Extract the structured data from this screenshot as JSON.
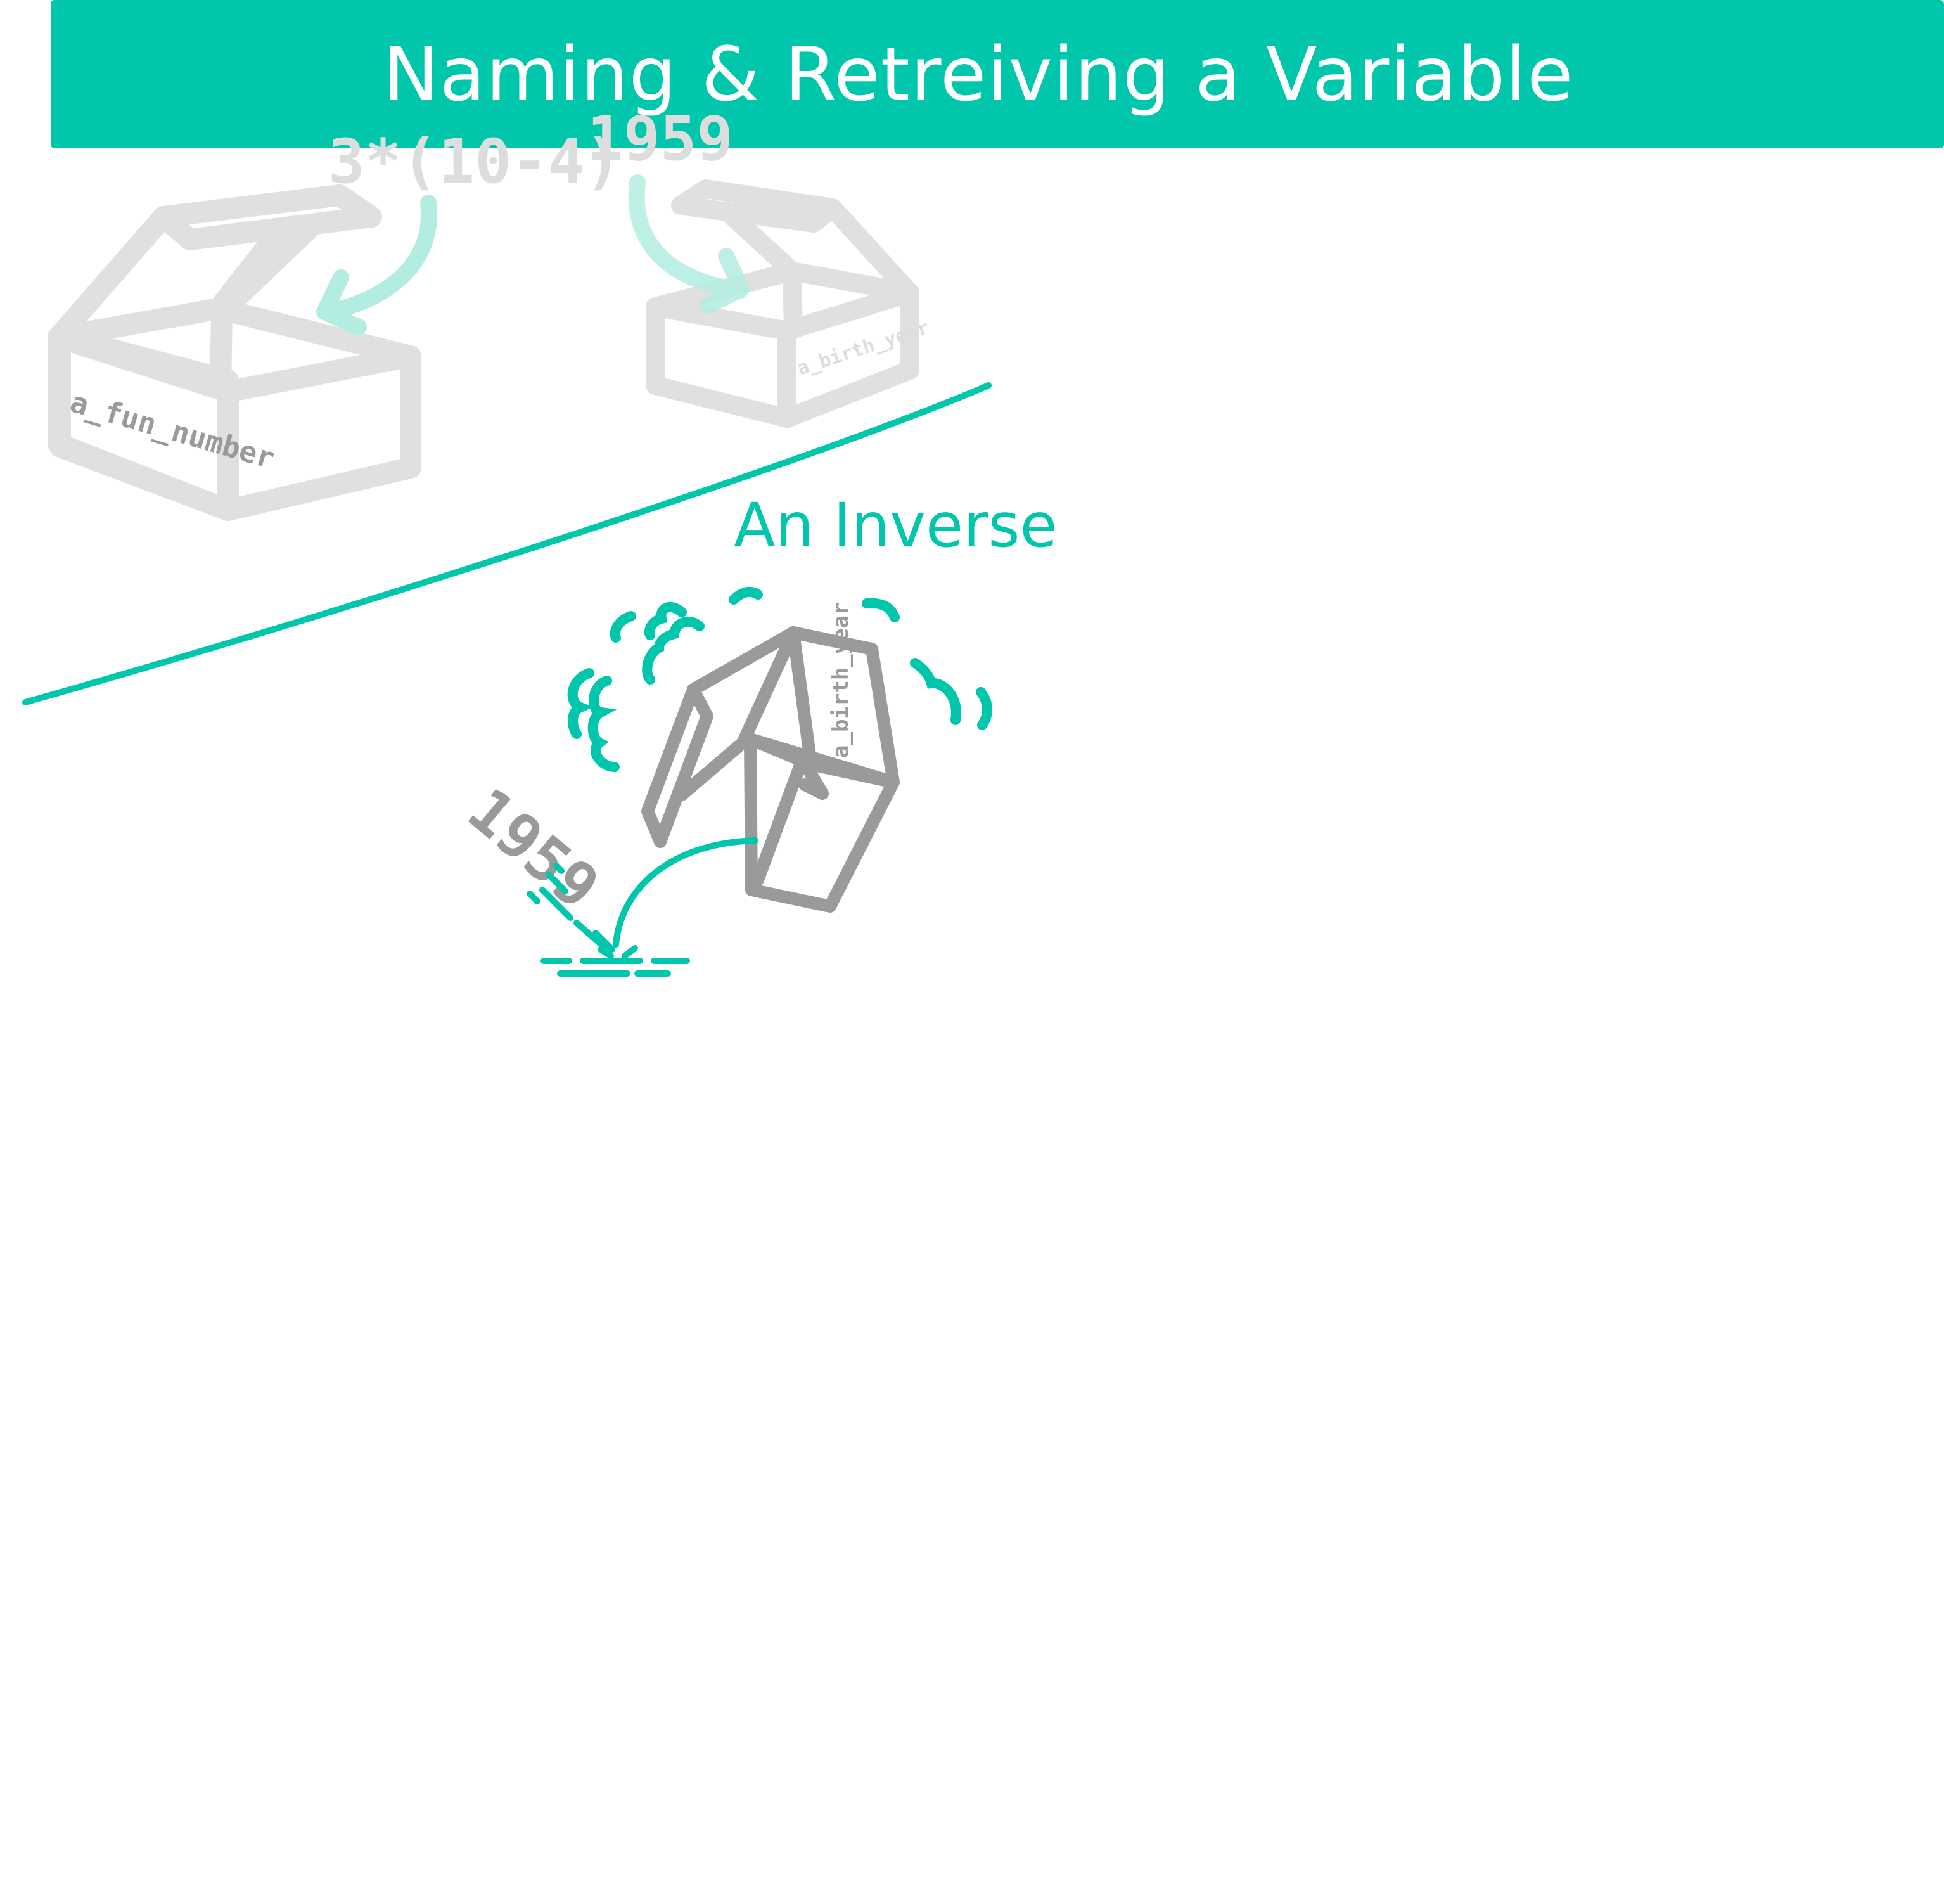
{
  "title": "Naming & Retreiving a Variable",
  "section_label": "An Inverse",
  "boxes": [
    {
      "label": "a_fun_number",
      "value": "3*(10-4)"
    },
    {
      "label": "a_birth_year",
      "value": "1959"
    },
    {
      "label": "a_birth_year",
      "value": "1959"
    }
  ],
  "colors": {
    "accent": "#00c7ab",
    "accent_light": "#b3ede2",
    "box_light": "#e0e0e0",
    "box_dark": "#9a9a9a",
    "text_light": "#dddddd",
    "text_dark": "#999999"
  }
}
